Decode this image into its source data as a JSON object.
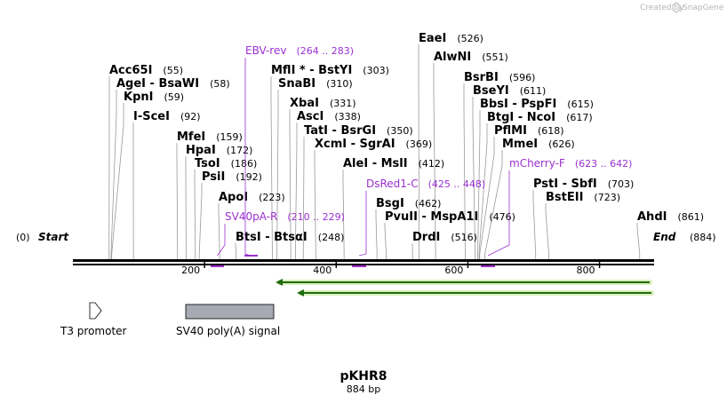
{
  "credit": {
    "text": "Created by",
    "brand": "SnapGene"
  },
  "map": {
    "start_label": "Start",
    "start_pos": "(0)",
    "end_label": "End",
    "end_pos": "(884)",
    "length": 884,
    "ticks": [
      200,
      400,
      600,
      800
    ]
  },
  "sites": [
    {
      "name": "Acc65I",
      "pos": "(55)",
      "loc": 55
    },
    {
      "name": "AgeI  -  BsaWI",
      "pos": "(58)",
      "loc": 58
    },
    {
      "name": "KpnI",
      "pos": "(59)",
      "loc": 59
    },
    {
      "name": "I-SceI",
      "pos": "(92)",
      "loc": 92
    },
    {
      "name": "MfeI",
      "pos": "(159)",
      "loc": 159
    },
    {
      "name": "HpaI",
      "pos": "(172)",
      "loc": 172
    },
    {
      "name": "TsoI",
      "pos": "(186)",
      "loc": 186
    },
    {
      "name": "PsiI",
      "pos": "(192)",
      "loc": 192
    },
    {
      "name": "ApoI",
      "pos": "(223)",
      "loc": 223
    },
    {
      "name": "BtsI  -  BtsαI",
      "pos": "(248)",
      "loc": 248
    },
    {
      "name": "MflI *  -  BstYI",
      "pos": "(303)",
      "loc": 303
    },
    {
      "name": "SnaBI",
      "pos": "(310)",
      "loc": 310
    },
    {
      "name": "XbaI",
      "pos": "(331)",
      "loc": 331
    },
    {
      "name": "AscI",
      "pos": "(338)",
      "loc": 338
    },
    {
      "name": "TatI  -  BsrGI",
      "pos": "(350)",
      "loc": 350
    },
    {
      "name": "XcmI  -  SgrAI",
      "pos": "(369)",
      "loc": 369
    },
    {
      "name": "AleI  -  MslI",
      "pos": "(412)",
      "loc": 412
    },
    {
      "name": "BsgI",
      "pos": "(462)",
      "loc": 462
    },
    {
      "name": "PvuII  -  MspA1I",
      "pos": "(476)",
      "loc": 476
    },
    {
      "name": "DrdI",
      "pos": "(516)",
      "loc": 516
    },
    {
      "name": "EaeI",
      "pos": "(526)",
      "loc": 526
    },
    {
      "name": "AlwNI",
      "pos": "(551)",
      "loc": 551
    },
    {
      "name": "BsrBI",
      "pos": "(596)",
      "loc": 596
    },
    {
      "name": "BseYI",
      "pos": "(611)",
      "loc": 611
    },
    {
      "name": "BbsI  -  PspFI",
      "pos": "(615)",
      "loc": 615
    },
    {
      "name": "BtgI  -  NcoI",
      "pos": "(617)",
      "loc": 617
    },
    {
      "name": "PflMI",
      "pos": "(618)",
      "loc": 618
    },
    {
      "name": "MmeI",
      "pos": "(626)",
      "loc": 626
    },
    {
      "name": "PstI  -  SbfI",
      "pos": "(703)",
      "loc": 703
    },
    {
      "name": "BstEII",
      "pos": "(723)",
      "loc": 723
    },
    {
      "name": "AhdI",
      "pos": "(861)",
      "loc": 861
    }
  ],
  "primers": [
    {
      "name": "EBV-rev",
      "range": "(264 .. 283)",
      "start": 264,
      "end": 283
    },
    {
      "name": "SV40pA-R",
      "range": "(210 .. 229)",
      "start": 210,
      "end": 229
    },
    {
      "name": "DsRed1-C",
      "range": "(425 .. 448)",
      "start": 425,
      "end": 448
    },
    {
      "name": "mCherry-F",
      "range": "(623 .. 642)",
      "start": 623,
      "end": 642
    }
  ],
  "features": [
    {
      "name": "T3 promoter",
      "color": "#ffffff"
    },
    {
      "name": "SV40 poly(A) signal",
      "color": "#a6abb3"
    }
  ],
  "arrows": {
    "color": "#8cc63f",
    "dark": "#1f6b0f"
  },
  "title": "pKHR8",
  "subtitle": "884 bp"
}
